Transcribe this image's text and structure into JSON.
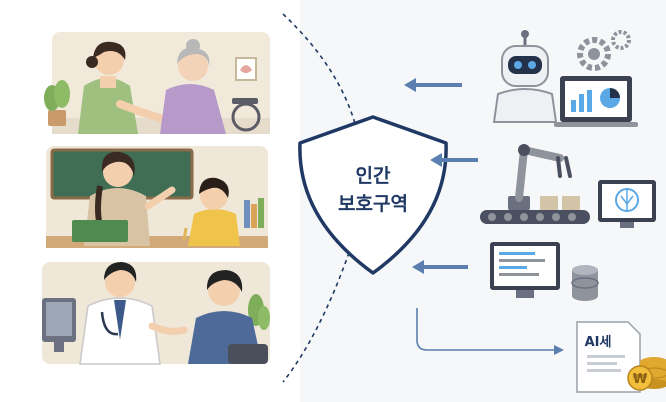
{
  "shield": {
    "line1": "인간",
    "line2": "보호구역"
  },
  "document": {
    "label": "AI세"
  },
  "coin": {
    "symbol": "₩"
  },
  "scenes": [
    {
      "name": "caregiver-with-elderly-woman"
    },
    {
      "name": "teacher-with-student"
    },
    {
      "name": "doctor-with-patient"
    }
  ],
  "ai_items": [
    {
      "name": "robot-with-laptop-chart"
    },
    {
      "name": "robotic-arm-assembly-line"
    },
    {
      "name": "code-monitor-with-database"
    },
    {
      "name": "ai-tax-document-with-coins"
    }
  ],
  "colors": {
    "navy": "#1f3864",
    "arrow_blue": "#5a7fb0",
    "scene_bg": "#efe7d8",
    "chalkboard": "#3f6e55",
    "right_bg": "#f3f5f8"
  }
}
